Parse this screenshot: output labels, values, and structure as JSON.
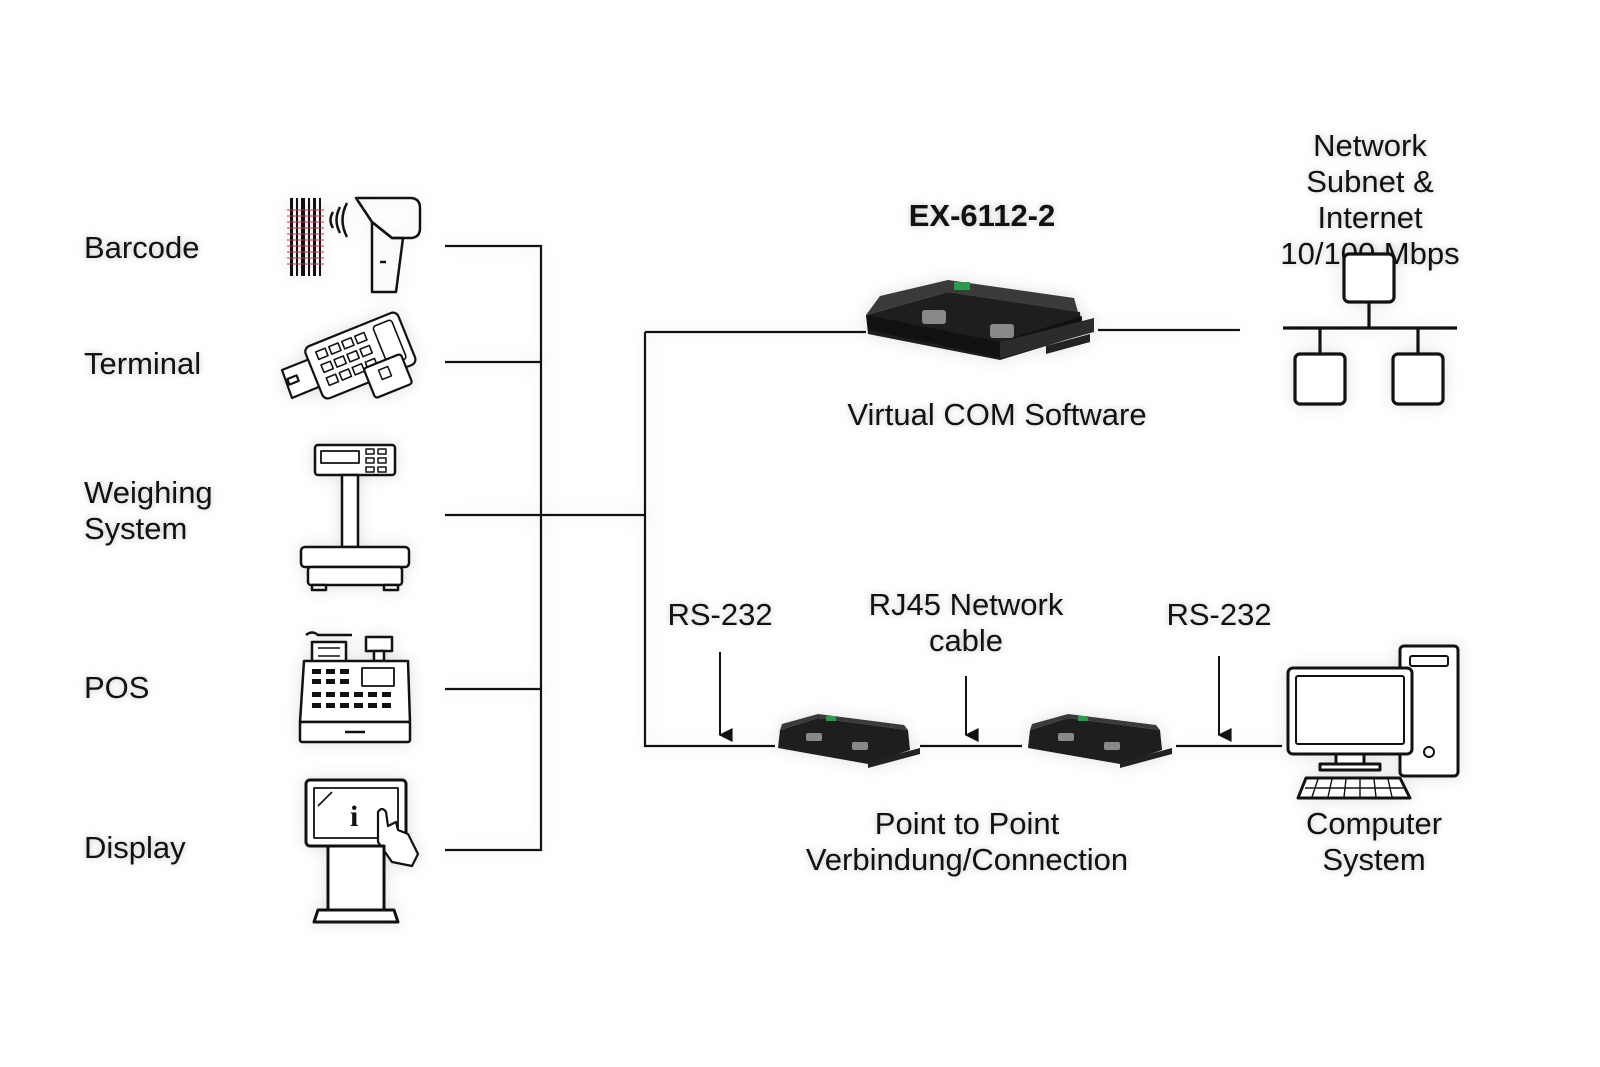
{
  "devices": {
    "barcode": "Barcode",
    "terminal": "Terminal",
    "weighing": "Weighing\nSystem",
    "pos": "POS",
    "display": "Display"
  },
  "top": {
    "product_name": "EX-6112-2",
    "software": "Virtual COM Software",
    "network": "Network\nSubnet & Internet\n10/100 Mbps"
  },
  "bottom": {
    "rs232_left": "RS-232",
    "rj45": "RJ45 Network\ncable",
    "rs232_right": "RS-232",
    "point_to_point": "Point to Point\nVerbindung/Connection",
    "computer": "Computer\nSystem"
  },
  "kiosk_glyph": "i"
}
